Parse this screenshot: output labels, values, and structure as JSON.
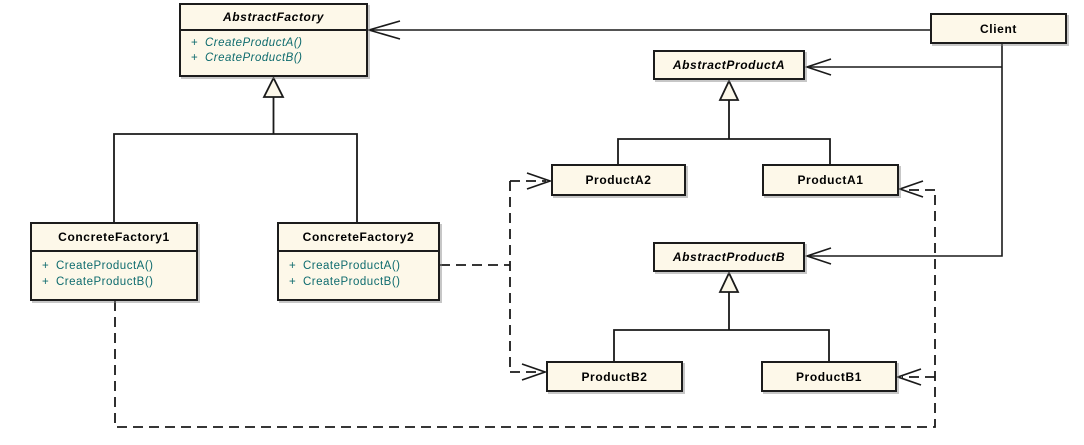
{
  "colors": {
    "background": "#ffffff",
    "box_fill": "#fdf8e9",
    "box_border": "#1c1c1c",
    "connector": "#1a1a1a",
    "method_text": "#0e6b6e",
    "title_text": "#000000"
  },
  "visibility_symbol": "+",
  "classes": {
    "abstract_factory": {
      "name": "AbstractFactory",
      "abstract": true,
      "methods": [
        "CreateProductA()",
        "CreateProductB()"
      ]
    },
    "concrete_factory1": {
      "name": "ConcreteFactory1",
      "abstract": false,
      "methods": [
        "CreateProductA()",
        "CreateProductB()"
      ]
    },
    "concrete_factory2": {
      "name": "ConcreteFactory2",
      "abstract": false,
      "methods": [
        "CreateProductA()",
        "CreateProductB()"
      ]
    },
    "client": {
      "name": "Client",
      "abstract": false
    },
    "abstract_product_a": {
      "name": "AbstractProductA",
      "abstract": true
    },
    "product_a2": {
      "name": "ProductA2",
      "abstract": false
    },
    "product_a1": {
      "name": "ProductA1",
      "abstract": false
    },
    "abstract_product_b": {
      "name": "AbstractProductB",
      "abstract": true
    },
    "product_b2": {
      "name": "ProductB2",
      "abstract": false
    },
    "product_b1": {
      "name": "ProductB1",
      "abstract": false
    }
  },
  "relationships": [
    {
      "type": "generalization",
      "from": "ConcreteFactory1",
      "to": "AbstractFactory"
    },
    {
      "type": "generalization",
      "from": "ConcreteFactory2",
      "to": "AbstractFactory"
    },
    {
      "type": "generalization",
      "from": "ProductA2",
      "to": "AbstractProductA"
    },
    {
      "type": "generalization",
      "from": "ProductA1",
      "to": "AbstractProductA"
    },
    {
      "type": "generalization",
      "from": "ProductB2",
      "to": "AbstractProductB"
    },
    {
      "type": "generalization",
      "from": "ProductB1",
      "to": "AbstractProductB"
    },
    {
      "type": "association",
      "from": "Client",
      "to": "AbstractFactory"
    },
    {
      "type": "association",
      "from": "Client",
      "to": "AbstractProductA"
    },
    {
      "type": "association",
      "from": "Client",
      "to": "AbstractProductB"
    },
    {
      "type": "dependency",
      "from": "ConcreteFactory2",
      "to": "ProductA2"
    },
    {
      "type": "dependency",
      "from": "ConcreteFactory2",
      "to": "ProductB2"
    },
    {
      "type": "dependency",
      "from": "ConcreteFactory1",
      "to": "ProductA1"
    },
    {
      "type": "dependency",
      "from": "ConcreteFactory1",
      "to": "ProductB1"
    }
  ]
}
